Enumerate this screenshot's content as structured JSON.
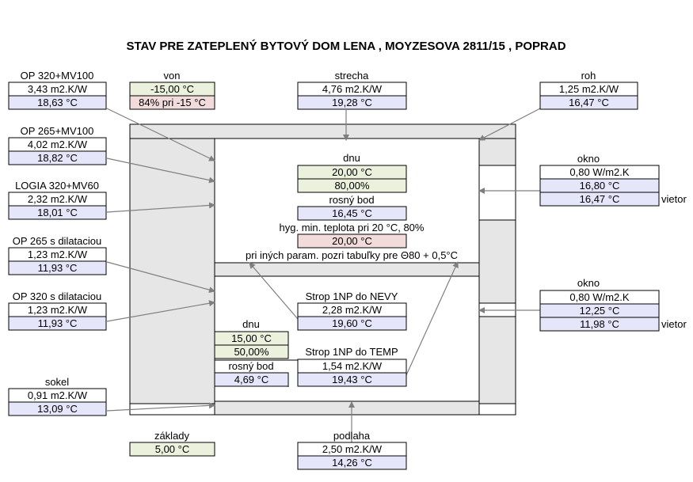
{
  "title": "STAV PRE ZATEPLENÝ BYTOVÝ DOM LENA , MOYZESOVA 2811/15 , POPRAD",
  "colors": {
    "wall": "#e6e6e6",
    "resistance": "#ffffff",
    "temperature": "#e6e6fa",
    "climate": "#ebf1dd",
    "warning": "#f2dcdb",
    "line": "#000000",
    "arrow": "#7f7f7f"
  },
  "blocks": {
    "op320": {
      "label": "OP 320+MV100",
      "r": "3,43 m2.K/W",
      "t": "18,63 °C"
    },
    "op265": {
      "label": "OP 265+MV100",
      "r": "4,02 m2.K/W",
      "t": "18,82 °C"
    },
    "logia": {
      "label": "LOGIA 320+MV60",
      "r": "2,32 m2.K/W",
      "t": "18,01 °C"
    },
    "op265dil": {
      "label": "OP 265 s dilataciou",
      "r": "1,23 m2.K/W",
      "t": "11,93 °C"
    },
    "op320dil": {
      "label": "OP 320 s dilataciou",
      "r": "1,23 m2.K/W",
      "t": "11,93 °C"
    },
    "sokel": {
      "label": "sokel",
      "r": "0,91 m2.K/W",
      "t": "13,09 °C"
    },
    "von": {
      "label": "von",
      "t": "-15,00 °C",
      "rh": "84% pri -15  °C"
    },
    "strecha": {
      "label": "strecha",
      "r": "4,76 m2.K/W",
      "t": "19,28 °C"
    },
    "roh": {
      "label": "roh",
      "r": "1,25 m2.K/W",
      "t": "16,47 °C"
    },
    "okno1": {
      "label": "okno",
      "u": "0,80 W/m2.K",
      "t1": "16,80 °C",
      "t2": "16,47 °C",
      "note": "vietor"
    },
    "okno2": {
      "label": "okno",
      "u": "0,80 W/m2.K",
      "t1": "12,25 °C",
      "t2": "11,98 °C",
      "note": "vietor"
    },
    "dnu": {
      "label": "dnu",
      "t": "20,00 °C",
      "rh": "80,00%",
      "dew_label": "rosný bod",
      "dew": "16,45 °C",
      "hyg_label": "hyg. min. teplota pri 20 °C, 80%",
      "hyg": "20,00 °C",
      "note": "pri iných param. pozri tabuľky pre Θ80 + 0,5°C"
    },
    "strop_nevy": {
      "label": "Strop 1NP do NEVY",
      "r": "2,28 m2.K/W",
      "t": "19,60 °C"
    },
    "dnu2": {
      "label": "dnu",
      "t": "15,00 °C",
      "rh": "50,00%",
      "dew_label": "rosný bod",
      "dew": "4,69 °C"
    },
    "strop_temp": {
      "label": "Strop 1NP do TEMP",
      "r": "1,54 m2.K/W",
      "t": "19,43 °C"
    },
    "zaklady": {
      "label": "základy",
      "t": "5,00 °C"
    },
    "podlaha": {
      "label": "podlaha",
      "r": "2,50 m2.K/W",
      "t": "14,26 °C"
    }
  }
}
